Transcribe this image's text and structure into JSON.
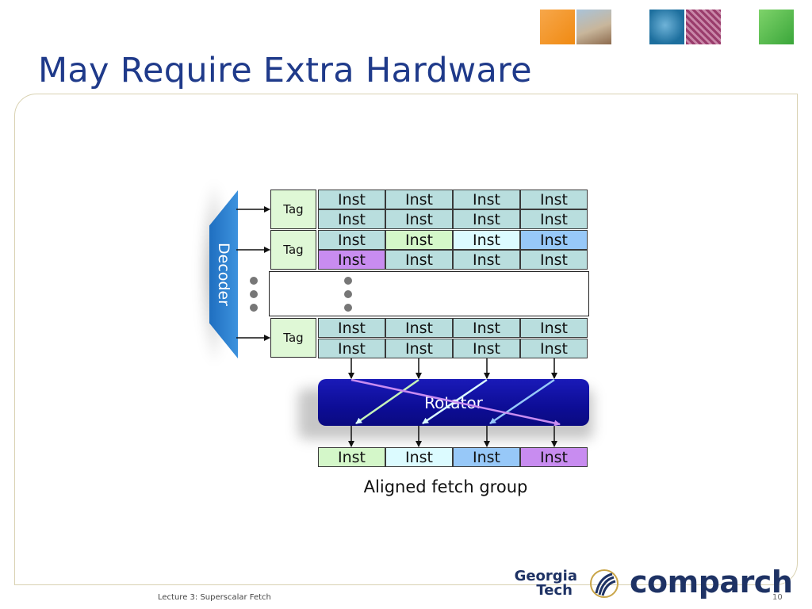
{
  "slide": {
    "title": "May Require Extra Hardware",
    "footer_text": "Lecture 3: Superscalar Fetch",
    "page_number": "10"
  },
  "diagram": {
    "decoder_label": "Decoder",
    "tag_label": "Tag",
    "inst_label": "Inst",
    "rotator_label": "Rotator",
    "caption": "Aligned fetch group"
  },
  "logos": {
    "gt_line1": "Georgia",
    "gt_line2": "Tech",
    "comparch": "comparch"
  },
  "colors": {
    "title": "#1f3a8a",
    "decoder": "#2f80d0",
    "rotator": "#0d0d96",
    "tag": "#dff8d6",
    "inst_default": "#b9dede",
    "inst_green": "#d4f7c9",
    "inst_cyan": "#dcfbff",
    "inst_blue": "#97c8f8",
    "inst_purple": "#c88cf0"
  }
}
